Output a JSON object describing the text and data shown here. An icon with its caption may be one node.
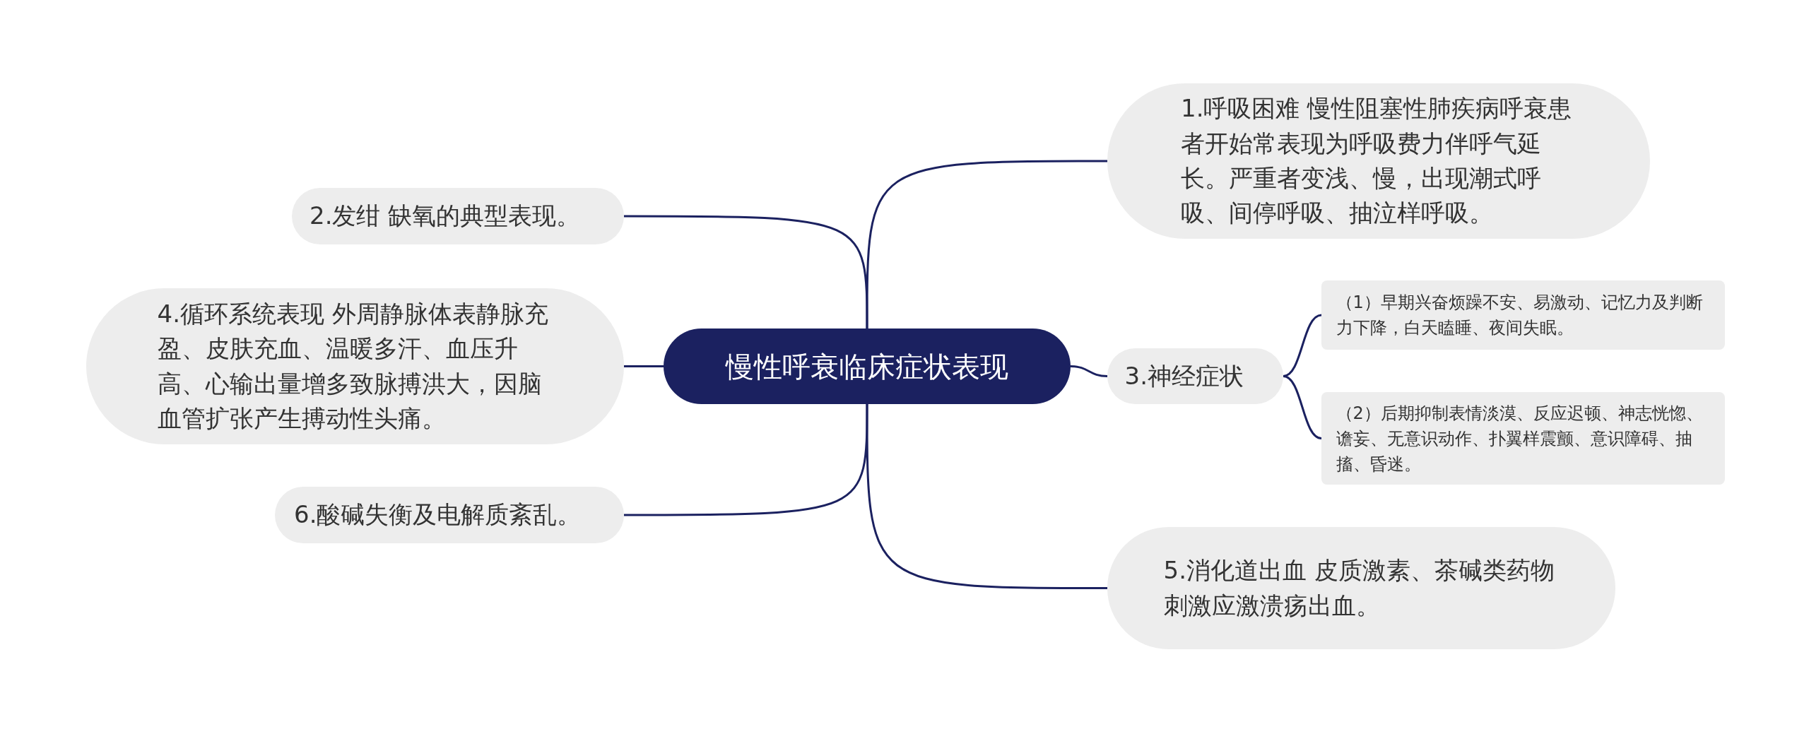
{
  "diagram": {
    "nodes": [
      {
        "text": [
          "慢性呼衰临床症状表现"
        ]
      },
      {
        "text": [
          "1.呼吸困难 慢性阻塞性肺疾病呼衰患者开始常表现为呼吸费力伴呼气延长。严重者变浅、慢，出现潮式呼吸、间停呼吸、抽泣样呼吸。"
        ]
      },
      {
        "text": [
          "2.发绀 缺氧的典型表现。"
        ]
      },
      {
        "text": [
          "3.神经症状"
        ]
      },
      {
        "text": [
          "（1）早期兴奋烦躁不安、易激动、记忆力及判断力下降，白天瞌睡、夜间失眠。"
        ]
      },
      {
        "text": [
          "（2）后期抑制表情淡漠、反应迟顿、神志恍惚、谵妄、无意识动作、扑翼样震颤、意识障碍、抽搐、昏迷。"
        ]
      },
      {
        "text": [
          "4.循环系统表现 外周静脉体表静脉充盈、皮肤充血、温暖多汗、血压升高、心输出量增多致脉搏洪大，因脑血管扩张产生搏动性头痛。"
        ]
      },
      {
        "text": [
          "5.消化道出血 皮质激素、茶碱类药物刺激应激溃疡出血。"
        ]
      },
      {
        "text": [
          "6.酸碱失衡及电解质紊乱。"
        ]
      }
    ],
    "edges": [
      {
        "from": 0,
        "to": 1,
        "arrow": "none"
      },
      {
        "from": 0,
        "to": 2,
        "arrow": "none"
      },
      {
        "from": 0,
        "to": 3,
        "arrow": "none"
      },
      {
        "from": 3,
        "to": 4,
        "arrow": "none"
      },
      {
        "from": 3,
        "to": 5,
        "arrow": "none"
      },
      {
        "from": 0,
        "to": 6,
        "arrow": "none"
      },
      {
        "from": 0,
        "to": 7,
        "arrow": "none"
      },
      {
        "from": 0,
        "to": 8,
        "arrow": "none"
      }
    ]
  }
}
